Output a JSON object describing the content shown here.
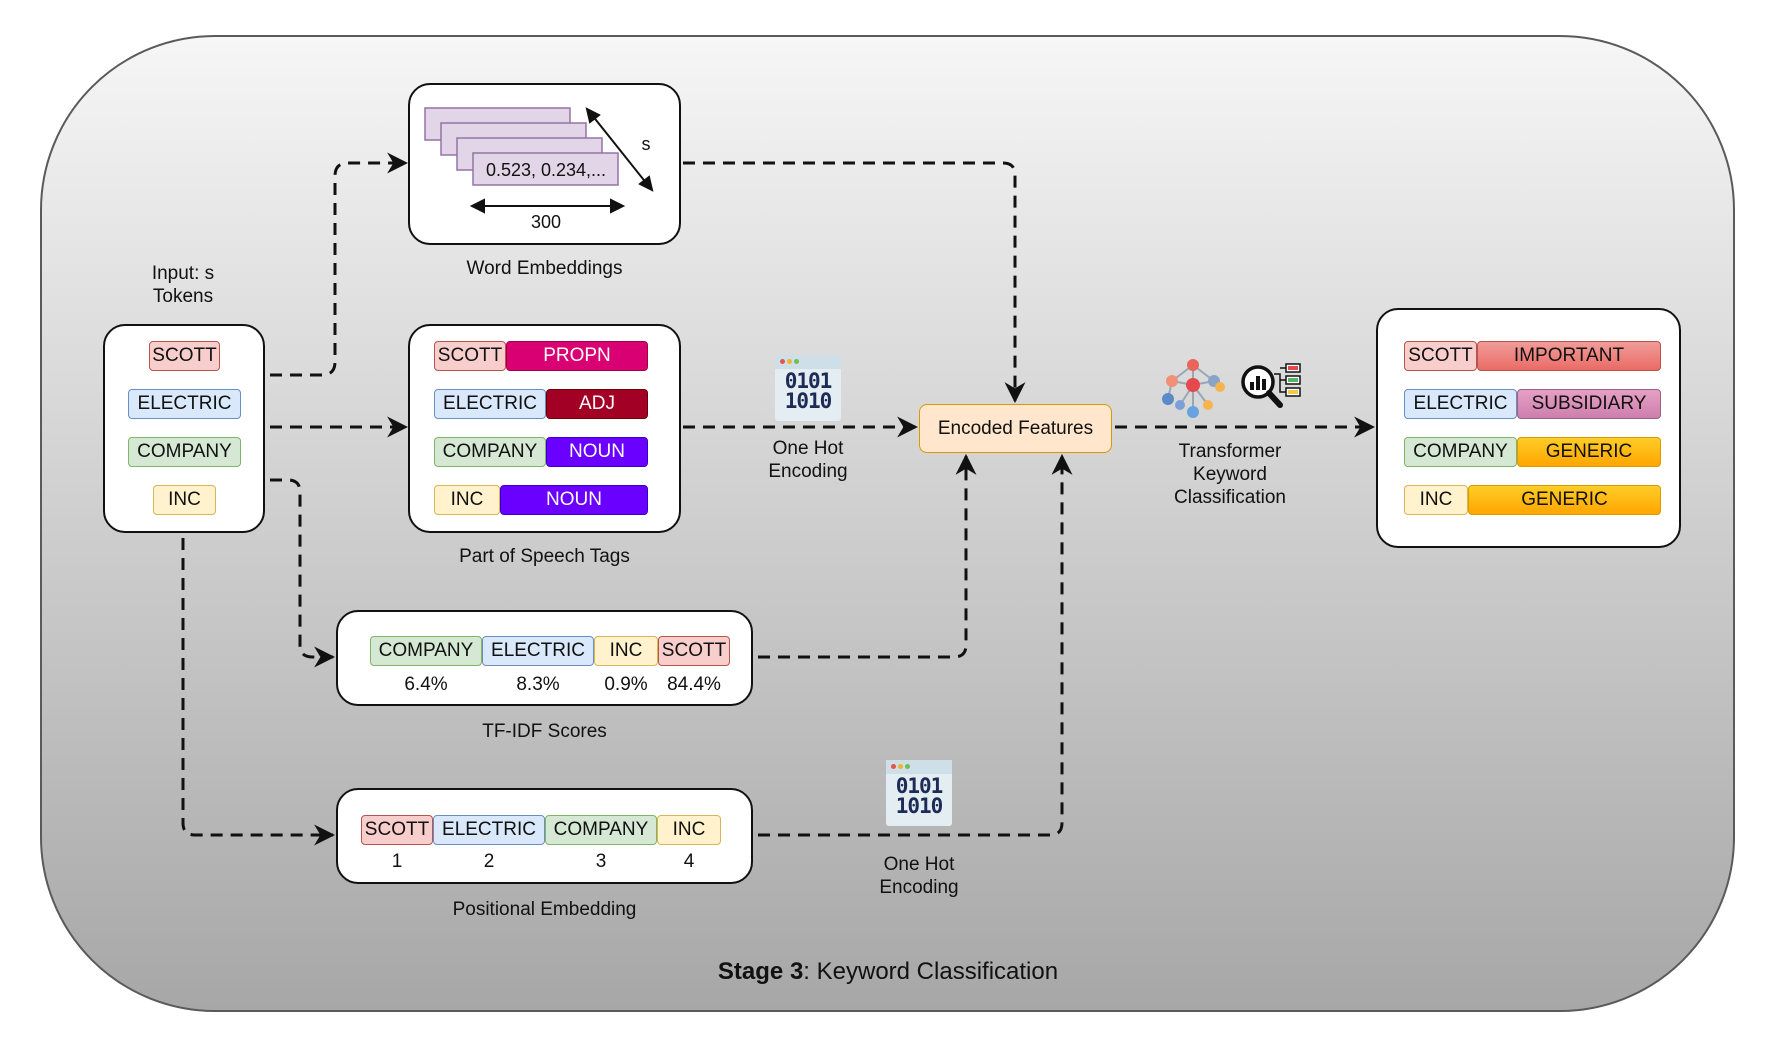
{
  "input": {
    "caption": "Input: s\nTokens",
    "tokens": [
      "SCOTT",
      "ELECTRIC",
      "COMPANY",
      "INC"
    ]
  },
  "word_embeddings": {
    "caption": "Word Embeddings",
    "vector_text": "0.523, 0.234,...",
    "dim_label": "300",
    "depth_label": "s"
  },
  "pos_tags": {
    "caption": "Part of Speech Tags",
    "rows": [
      {
        "token": "SCOTT",
        "tag": "PROPN"
      },
      {
        "token": "ELECTRIC",
        "tag": "ADJ"
      },
      {
        "token": "COMPANY",
        "tag": "NOUN"
      },
      {
        "token": "INC",
        "tag": "NOUN"
      }
    ]
  },
  "tfidf": {
    "caption": "TF-IDF Scores",
    "items": [
      {
        "token": "COMPANY",
        "score": "6.4%"
      },
      {
        "token": "ELECTRIC",
        "score": "8.3%"
      },
      {
        "token": "INC",
        "score": "0.9%"
      },
      {
        "token": "SCOTT",
        "score": "84.4%"
      }
    ]
  },
  "positional": {
    "caption": "Positional Embedding",
    "items": [
      {
        "token": "SCOTT",
        "pos": "1"
      },
      {
        "token": "ELECTRIC",
        "pos": "2"
      },
      {
        "token": "COMPANY",
        "pos": "3"
      },
      {
        "token": "INC",
        "pos": "4"
      }
    ]
  },
  "one_hot": {
    "label": "One Hot\nEncoding",
    "icon_bits": "0101\n1010",
    "icon": "binary-code-icon"
  },
  "encoded": {
    "label": "Encoded Features"
  },
  "transformer": {
    "label": "Transformer\nKeyword\nClassification",
    "icons": [
      "neural-network-icon",
      "data-analysis-icon"
    ]
  },
  "output": {
    "rows": [
      {
        "token": "SCOTT",
        "class": "IMPORTANT"
      },
      {
        "token": "ELECTRIC",
        "class": "SUBSIDIARY"
      },
      {
        "token": "COMPANY",
        "class": "GENERIC"
      },
      {
        "token": "INC",
        "class": "GENERIC"
      }
    ]
  },
  "stage": {
    "bold": "Stage 3",
    "rest": ": Keyword Classification"
  },
  "colors": {
    "red_fill": "#f8cecc",
    "blue_fill": "#dae8fc",
    "green_fill": "#d5e8d4",
    "yellow_fill": "#fff2cc",
    "propn": "#d80073",
    "adj": "#a20025",
    "noun": "#6a00ff",
    "important": "#ea6b66",
    "subsidiary": "#cd7fae",
    "generic": "#ffa500",
    "encoded_fill": "#ffe6cc"
  }
}
